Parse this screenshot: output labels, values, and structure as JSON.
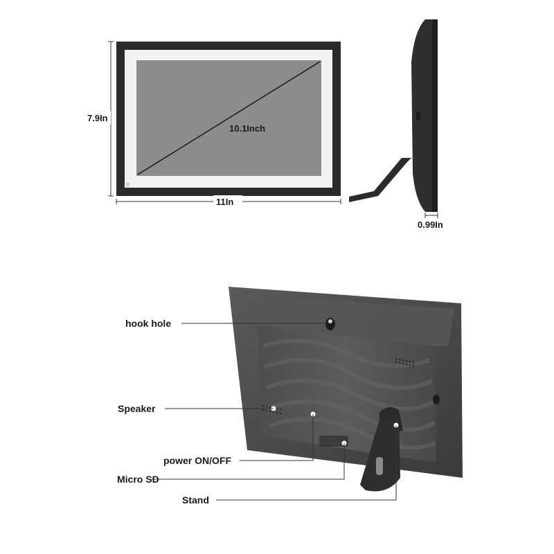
{
  "dimensions": {
    "height": "7.9In",
    "width": "11In",
    "diagonal": "10.1Inch",
    "depth": "0.99In"
  },
  "callouts": {
    "hook_hole": "hook hole",
    "speaker": "Speaker",
    "power": "power ON/OFF",
    "micro_sd": "Micro SD",
    "stand": "Stand"
  },
  "colors": {
    "frame": "#2b2b2b",
    "mat": "#f2f2f2",
    "screen": "#8c8c8e",
    "back_panel": "#4a4a4c",
    "leader_line": "#333333"
  }
}
